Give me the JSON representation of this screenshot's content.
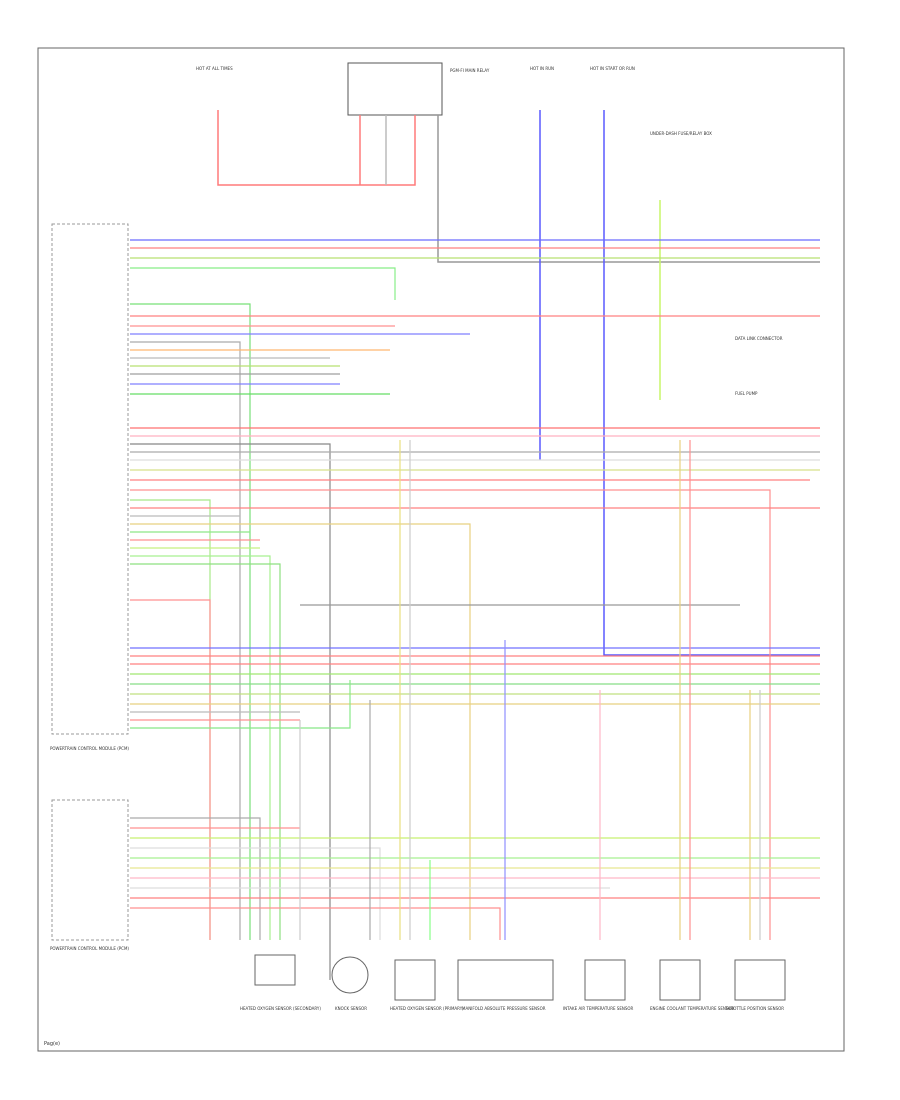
{
  "diagram": {
    "page_label": "Pag(e)",
    "top_components": [
      {
        "id": "hot_at_all_times",
        "label": "HOT AT ALL TIMES"
      },
      {
        "id": "ecm_relay",
        "label": "PGM-FI MAIN RELAY"
      },
      {
        "id": "hot_in_run",
        "label": "HOT IN RUN"
      },
      {
        "id": "hot_in_start",
        "label": "HOT IN START OR RUN"
      },
      {
        "id": "under_dash_fuse",
        "label": "UNDER-DASH FUSE/RELAY BOX"
      }
    ],
    "ecm_label": "POWERTRAIN CONTROL MODULE (PCM)",
    "pcm2_label": "POWERTRAIN CONTROL MODULE (PCM)",
    "bottom_components": [
      {
        "id": "c1",
        "label": "HEATED OXYGEN SENSOR (SECONDARY)"
      },
      {
        "id": "c2",
        "label": "KNOCK SENSOR"
      },
      {
        "id": "c3",
        "label": "HEATED OXYGEN SENSOR (PRIMARY)"
      },
      {
        "id": "c4",
        "label": "MANIFOLD ABSOLUTE PRESSURE SENSOR"
      },
      {
        "id": "c5",
        "label": "INTAKE AIR TEMPERATURE SENSOR"
      },
      {
        "id": "c6",
        "label": "ENGINE COOLANT TEMPERATURE SENSOR"
      },
      {
        "id": "c7",
        "label": "THROTTLE POSITION SENSOR"
      }
    ],
    "right_labels": [
      {
        "id": "r1",
        "label": "DATA LINK CONNECTOR"
      },
      {
        "id": "r2",
        "label": "FUEL PUMP"
      }
    ]
  }
}
